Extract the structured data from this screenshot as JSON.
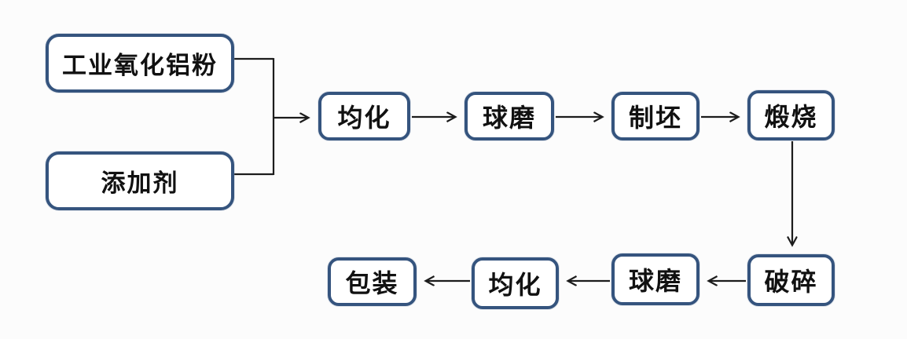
{
  "colors": {
    "background": "#fcfcfc",
    "box_border": "#35547e",
    "box_fill": "#ffffff",
    "line": "#1c1c1c",
    "text": "#111111"
  },
  "nodes": [
    {
      "id": "industrial-alumina-powder",
      "label": "工业氧化铝粉"
    },
    {
      "id": "additive",
      "label": "添加剂"
    },
    {
      "id": "homogenize-1",
      "label": "均化"
    },
    {
      "id": "ball-mill-1",
      "label": "球磨"
    },
    {
      "id": "blank-forming",
      "label": "制坯"
    },
    {
      "id": "calcination",
      "label": "煅烧"
    },
    {
      "id": "crushing",
      "label": "破碎"
    },
    {
      "id": "ball-mill-2",
      "label": "球磨"
    },
    {
      "id": "homogenize-2",
      "label": "均化"
    },
    {
      "id": "packaging",
      "label": "包装"
    }
  ],
  "edges": [
    {
      "from": "工业氧化铝粉",
      "to": "均化"
    },
    {
      "from": "添加剂",
      "to": "均化"
    },
    {
      "from": "均化",
      "to": "球磨"
    },
    {
      "from": "球磨",
      "to": "制坯"
    },
    {
      "from": "制坯",
      "to": "煅烧"
    },
    {
      "from": "煅烧",
      "to": "破碎"
    },
    {
      "from": "破碎",
      "to": "球磨"
    },
    {
      "from": "球磨",
      "to": "均化"
    },
    {
      "from": "均化",
      "to": "包装"
    }
  ]
}
